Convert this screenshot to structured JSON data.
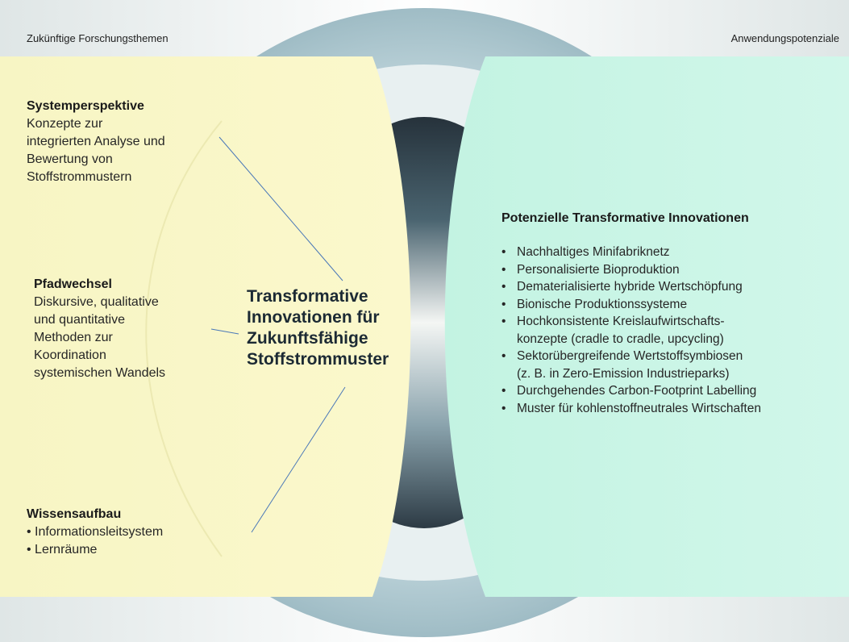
{
  "colors": {
    "left_panel": "#f8f6c8",
    "right_panel": "#c8f5e6",
    "ring_outer": "#b9d2d9",
    "ring_inner": "#e4eef0",
    "core_dark": "#2f3f4a",
    "connector_line": "#4a78b8"
  },
  "corner_labels": {
    "left": "Zukünftige Forschungsthemen",
    "right": "Anwendungspotenziale"
  },
  "left_blocks": {
    "systemperspektive": {
      "heading": "Systemperspektive",
      "body": "Konzepte zur\nintegrierten Analyse und\nBewertung von\nStoffstrommustern"
    },
    "pfadwechsel": {
      "heading": "Pfadwechsel",
      "body": "Diskursive, qualitative\nund quantitative\nMethoden zur\nKoordination\nsystemischen Wandels"
    },
    "wissensaufbau": {
      "heading": "Wissensaufbau",
      "items": [
        "• Informationsleitsystem",
        "• Lernräume"
      ]
    }
  },
  "center_title": "Transformative\nInnovationen für\nZukunftsfähige\nStoffstrommuster",
  "right_panel": {
    "heading": "Potenzielle Transformative Innovationen",
    "bullet": "•",
    "items": [
      "Nachhaltiges Minifabriknetz",
      "Personalisierte Bioproduktion",
      "Dematerialisierte hybride Wertschöpfung",
      "Bionische Produktionssysteme",
      "Hochkonsistente Kreislaufwirtschafts-\nkonzepte (cradle to cradle, upcycling)",
      "Sektorübergreifende Wertstoffsymbiosen\n(z. B. in Zero-Emission Industrieparks)",
      "Durchgehendes Carbon-Footprint Labelling",
      "Muster für kohlenstoffneutrales Wirtschaften"
    ]
  }
}
